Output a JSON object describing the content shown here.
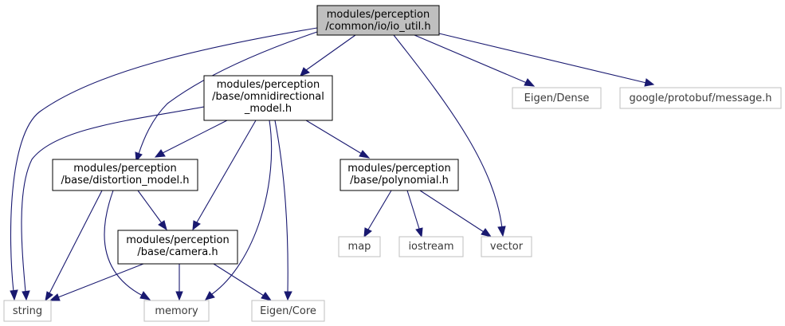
{
  "colors": {
    "edge": "#191970",
    "main_fill": "#bfbfbf",
    "local_border": "#000000",
    "external_border": "#bfbfbf"
  },
  "nodes": {
    "io_util": {
      "lines": [
        "modules/perception",
        "/common/io/io_util.h"
      ]
    },
    "omni": {
      "lines": [
        "modules/perception",
        "/base/omnidirectional",
        "_model.h"
      ]
    },
    "eigen_dense": {
      "lines": [
        "Eigen/Dense"
      ]
    },
    "protobuf": {
      "lines": [
        "google/protobuf/message.h"
      ]
    },
    "distortion": {
      "lines": [
        "modules/perception",
        "/base/distortion_model.h"
      ]
    },
    "polynomial": {
      "lines": [
        "modules/perception",
        "/base/polynomial.h"
      ]
    },
    "camera": {
      "lines": [
        "modules/perception",
        "/base/camera.h"
      ]
    },
    "map": {
      "lines": [
        "map"
      ]
    },
    "iostream": {
      "lines": [
        "iostream"
      ]
    },
    "vector": {
      "lines": [
        "vector"
      ]
    },
    "string": {
      "lines": [
        "string"
      ]
    },
    "memory": {
      "lines": [
        "memory"
      ]
    },
    "eigen_core": {
      "lines": [
        "Eigen/Core"
      ]
    }
  }
}
